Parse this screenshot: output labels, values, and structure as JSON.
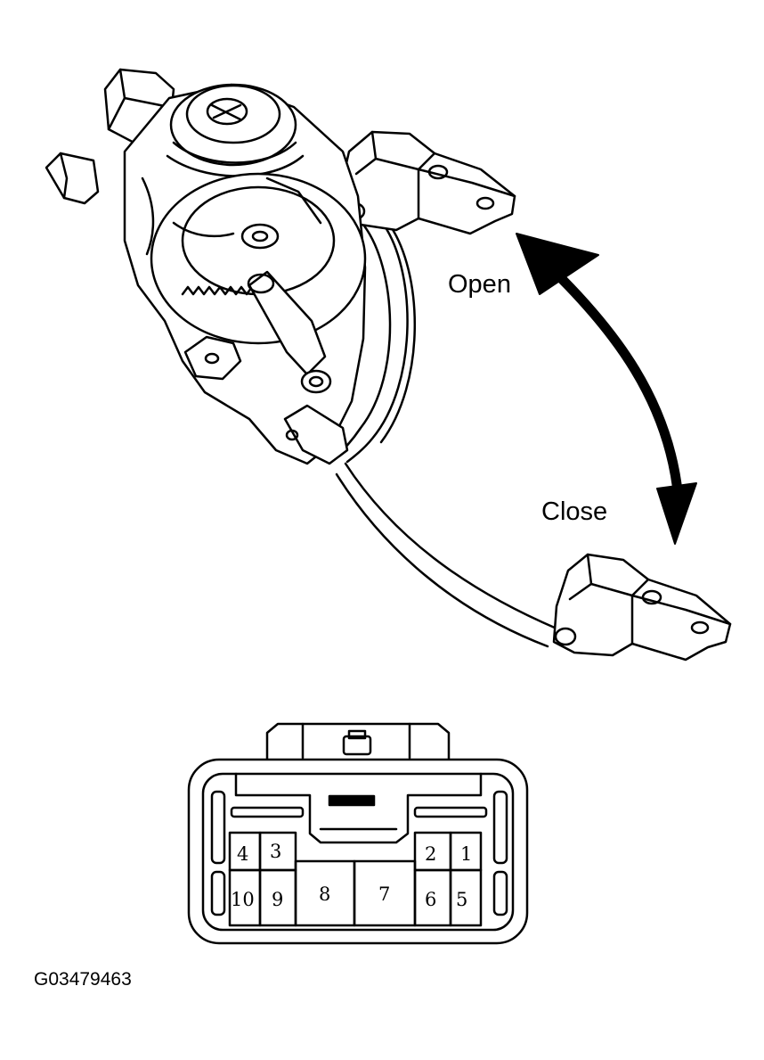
{
  "labels": {
    "open": "Open",
    "close": "Close",
    "figure_code": "G03479463"
  },
  "connector": {
    "pins": [
      "1",
      "2",
      "3",
      "4",
      "5",
      "6",
      "7",
      "8",
      "9",
      "10"
    ]
  },
  "colors": {
    "ink": "#000000",
    "paper": "#ffffff"
  }
}
